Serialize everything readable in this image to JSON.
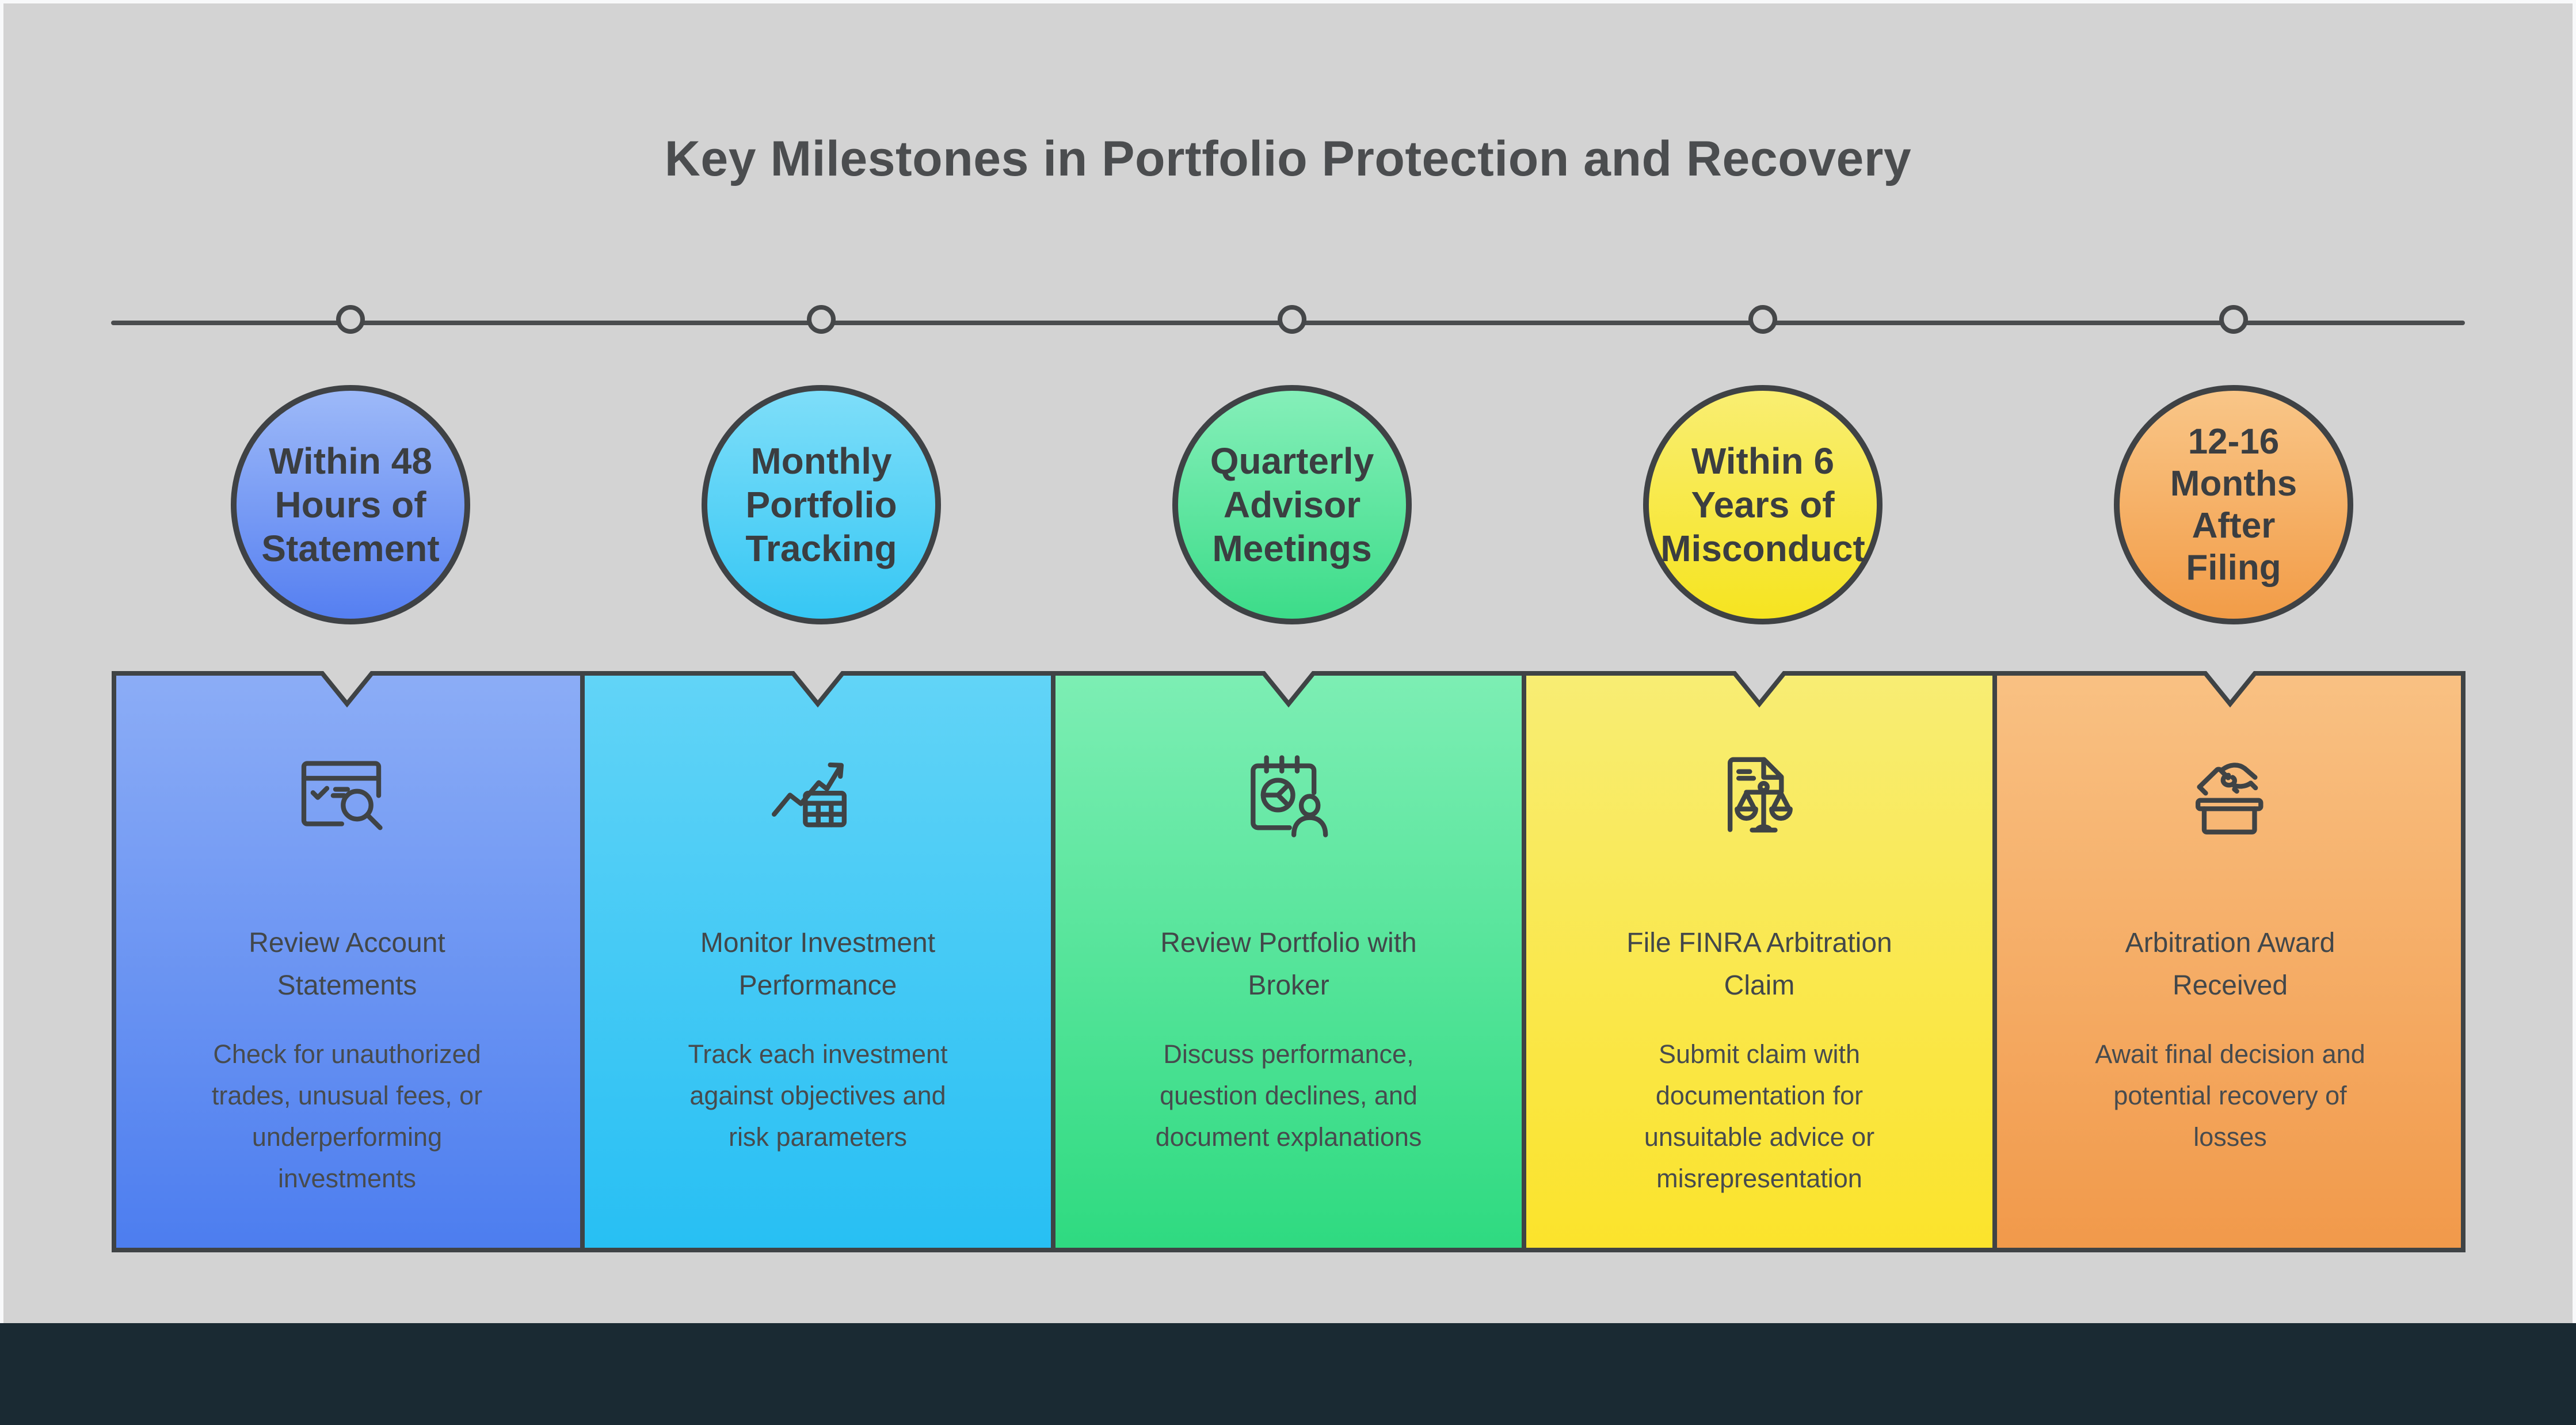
{
  "page": {
    "title": "Key Milestones in Portfolio Protection and Recovery",
    "colors": {
      "outer_frame": "#f8f9fa",
      "canvas_background": "#d3d3d3",
      "footer_band": "#1a2a33",
      "outline_stroke": "#3f4345",
      "timeline_line": "#4a4c4e",
      "title_text": "#4b4d4f",
      "circle_label_text": "#3b3e41",
      "card_text": "#474b4e"
    }
  },
  "timeline": {
    "node_count": 5
  },
  "milestones": [
    {
      "label_lines": [
        "Within 48",
        "Hours of",
        "Statement"
      ],
      "icon": "account-statement-magnifier-icon",
      "card_title_lines": [
        "Review Account",
        "Statements"
      ],
      "card_body_lines": [
        "Check for unauthorized",
        "trades, unusual fees, or",
        "underperforming",
        "investments"
      ],
      "colors": {
        "circle_top": "#9db9f8",
        "circle_bottom": "#557ff1",
        "card_top": "#8cadf6",
        "card_bottom": "#4c7def"
      }
    },
    {
      "label_lines": [
        "Monthly",
        "Portfolio",
        "Tracking"
      ],
      "icon": "performance-chart-icon",
      "card_title_lines": [
        "Monitor Investment",
        "Performance"
      ],
      "card_body_lines": [
        "Track each investment",
        "against objectives and",
        "risk parameters"
      ],
      "colors": {
        "circle_top": "#7edef9",
        "circle_bottom": "#36c7f4",
        "card_top": "#62d4f7",
        "card_bottom": "#27bff3"
      }
    },
    {
      "label_lines": [
        "Quarterly",
        "Advisor",
        "Meetings"
      ],
      "icon": "calendar-piechart-person-icon",
      "card_title_lines": [
        "Review Portfolio with",
        "Broker"
      ],
      "card_body_lines": [
        "Discuss performance,",
        "question declines, and",
        "document explanations"
      ],
      "colors": {
        "circle_top": "#85efb9",
        "circle_bottom": "#3cdc89",
        "card_top": "#7deeb4",
        "card_bottom": "#2eda80"
      }
    },
    {
      "label_lines": [
        "Within 6",
        "Years of",
        "Misconduct"
      ],
      "icon": "document-scales-icon",
      "card_title_lines": [
        "File FINRA Arbitration",
        "Claim"
      ],
      "card_body_lines": [
        "Submit claim with",
        "documentation for",
        "unsuitable advice or",
        "misrepresentation"
      ],
      "colors": {
        "circle_top": "#f9ee72",
        "circle_bottom": "#f6e420",
        "card_top": "#f8ed74",
        "card_bottom": "#fbe32b"
      }
    },
    {
      "label_lines": [
        "12-16",
        "Months",
        "After",
        "Filing"
      ],
      "icon": "ballot-box-hand-icon",
      "card_title_lines": [
        "Arbitration Award",
        "Received"
      ],
      "card_body_lines": [
        "Await final decision and",
        "potential recovery of",
        "losses"
      ],
      "colors": {
        "circle_top": "#f9c688",
        "circle_bottom": "#f29c47",
        "card_top": "#f9c183",
        "card_bottom": "#f1994a"
      }
    }
  ]
}
